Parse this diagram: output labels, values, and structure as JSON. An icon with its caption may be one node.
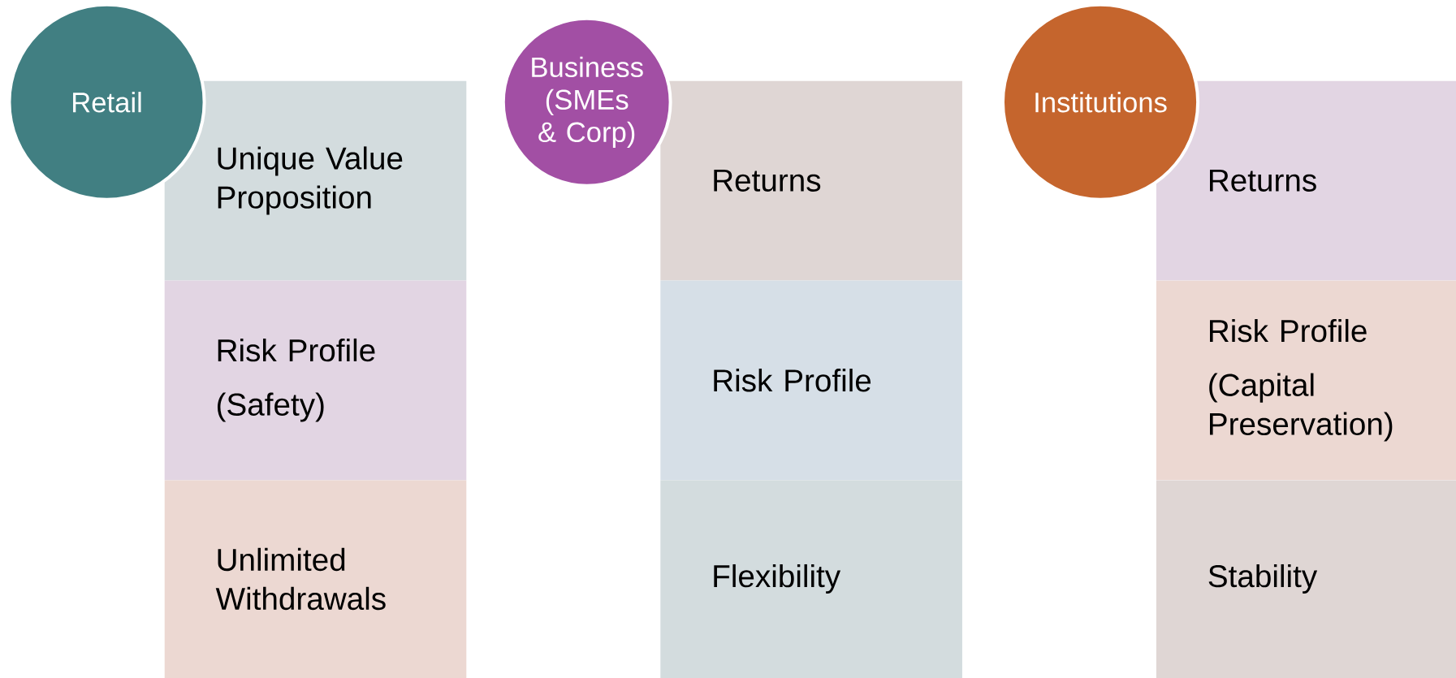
{
  "diagram": {
    "nodes": [
      {
        "text": [
          "Retail"
        ]
      },
      {
        "text": [
          "Unique Value Proposition"
        ]
      },
      {
        "text": [
          "Risk Profile",
          "(Safety)"
        ]
      },
      {
        "text": [
          "Unlimited Withdrawals"
        ]
      },
      {
        "text": [
          "Business (SMEs & Corp)"
        ]
      },
      {
        "text": [
          "Returns"
        ]
      },
      {
        "text": [
          "Risk Profile"
        ]
      },
      {
        "text": [
          "Flexibility"
        ]
      },
      {
        "text": [
          "Institutions"
        ]
      },
      {
        "text": [
          "Returns"
        ]
      },
      {
        "text": [
          "Risk Profile",
          "(Capital Preservation)"
        ]
      },
      {
        "text": [
          "Stability"
        ]
      }
    ]
  }
}
